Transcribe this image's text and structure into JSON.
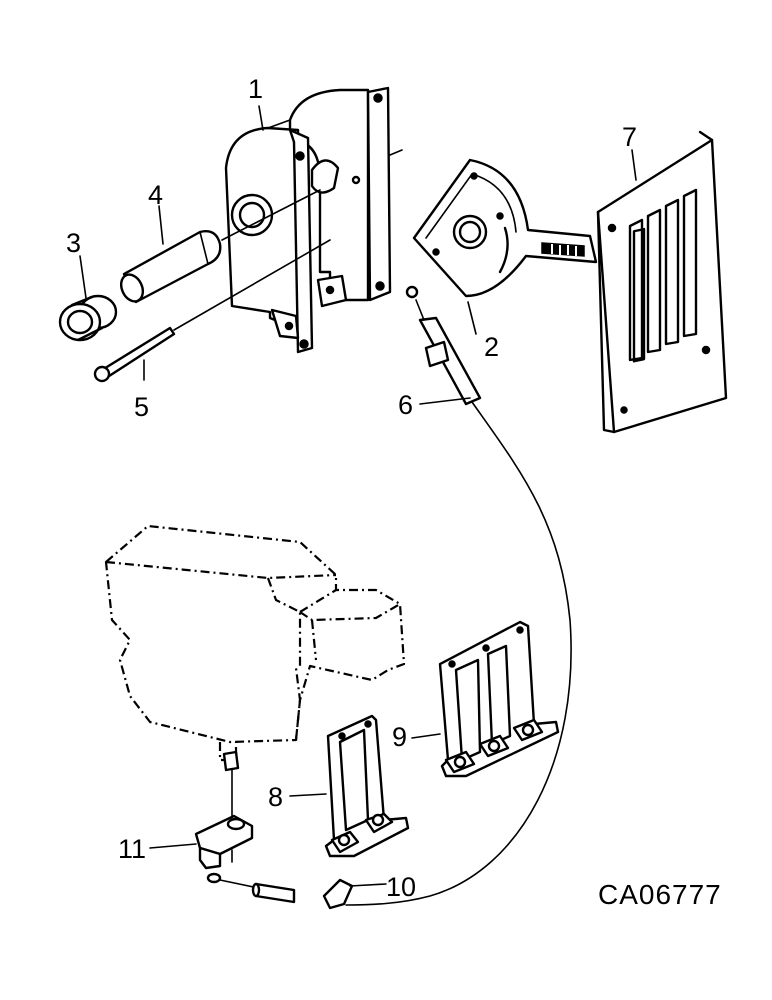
{
  "drawing_number": "CA06777",
  "callouts": [
    {
      "id": "1",
      "label": "1"
    },
    {
      "id": "2",
      "label": "2"
    },
    {
      "id": "3",
      "label": "3"
    },
    {
      "id": "4",
      "label": "4"
    },
    {
      "id": "5",
      "label": "5"
    },
    {
      "id": "6",
      "label": "6"
    },
    {
      "id": "7",
      "label": "7"
    },
    {
      "id": "8",
      "label": "8"
    },
    {
      "id": "9",
      "label": "9"
    },
    {
      "id": "10",
      "label": "10"
    },
    {
      "id": "11",
      "label": "11"
    }
  ]
}
